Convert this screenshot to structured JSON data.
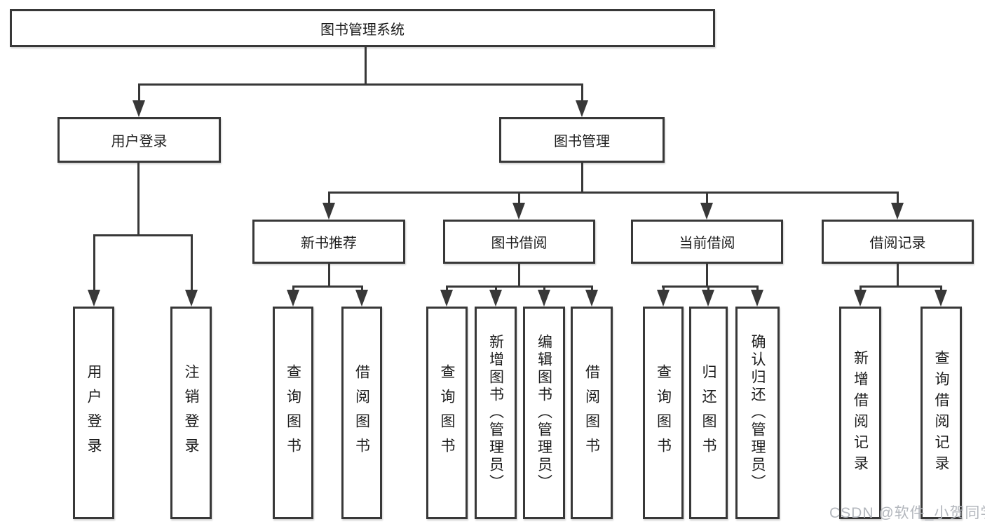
{
  "tree": {
    "label": "图书管理系统",
    "children": [
      {
        "label": "用户登录",
        "children": [
          {
            "label": "用户登录"
          },
          {
            "label": "注销登录"
          }
        ]
      },
      {
        "label": "图书管理",
        "children": [
          {
            "label": "新书推荐",
            "children": [
              {
                "label": "查询图书"
              },
              {
                "label": "借阅图书"
              }
            ]
          },
          {
            "label": "图书借阅",
            "children": [
              {
                "label": "查询图书"
              },
              {
                "label": "新增图书（管理员）"
              },
              {
                "label": "编辑图书（管理员）"
              },
              {
                "label": "借阅图书"
              }
            ]
          },
          {
            "label": "当前借阅",
            "children": [
              {
                "label": "查询图书"
              },
              {
                "label": "归还图书"
              },
              {
                "label": "确认归还（管理员）"
              }
            ]
          },
          {
            "label": "借阅记录",
            "children": [
              {
                "label": "新增借阅记录"
              },
              {
                "label": "查询借阅记录"
              }
            ]
          }
        ]
      }
    ]
  },
  "watermark": "CSDN @软件_小贺同学",
  "colors": {
    "line": "#383838",
    "text": "#1c1c1c",
    "watermark": "#b3b7bd",
    "background": "#ffffff"
  }
}
